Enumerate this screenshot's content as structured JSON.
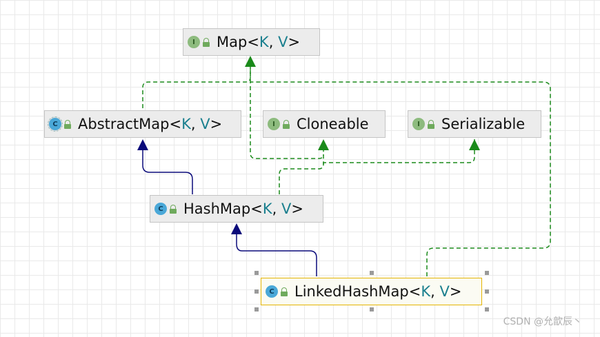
{
  "nodes": {
    "map": {
      "badge": "I",
      "kind": "interface",
      "name": "Map<",
      "k": "K",
      "sep": ", ",
      "v": "V",
      "close": ">"
    },
    "abstract_map": {
      "badge": "C",
      "kind": "abstract-class",
      "name": "AbstractMap<",
      "k": "K",
      "sep": ", ",
      "v": "V",
      "close": ">"
    },
    "cloneable": {
      "badge": "I",
      "kind": "interface",
      "name": "Cloneable"
    },
    "serializable": {
      "badge": "I",
      "kind": "interface",
      "name": "Serializable"
    },
    "hash_map": {
      "badge": "C",
      "kind": "class",
      "name": "HashMap<",
      "k": "K",
      "sep": ", ",
      "v": "V",
      "close": ">"
    },
    "linked_hash_map": {
      "badge": "C",
      "kind": "class",
      "name": "LinkedHashMap<",
      "k": "K",
      "sep": ", ",
      "v": "V",
      "close": ">",
      "selected": true
    }
  },
  "edges": [
    {
      "from": "AbstractMap",
      "to": "Map",
      "type": "implements"
    },
    {
      "from": "HashMap",
      "to": "Map",
      "type": "implements"
    },
    {
      "from": "HashMap",
      "to": "Cloneable",
      "type": "implements"
    },
    {
      "from": "HashMap",
      "to": "Serializable",
      "type": "implements"
    },
    {
      "from": "LinkedHashMap",
      "to": "Map",
      "type": "implements"
    },
    {
      "from": "HashMap",
      "to": "AbstractMap",
      "type": "extends"
    },
    {
      "from": "LinkedHashMap",
      "to": "HashMap",
      "type": "extends"
    }
  ],
  "colors": {
    "implements": "#1a8a1a",
    "extends": "#0a0a7a",
    "type_param": "#1a7f8e",
    "selection": "#e4b400"
  },
  "watermark": "CSDN @允歆辰丶"
}
